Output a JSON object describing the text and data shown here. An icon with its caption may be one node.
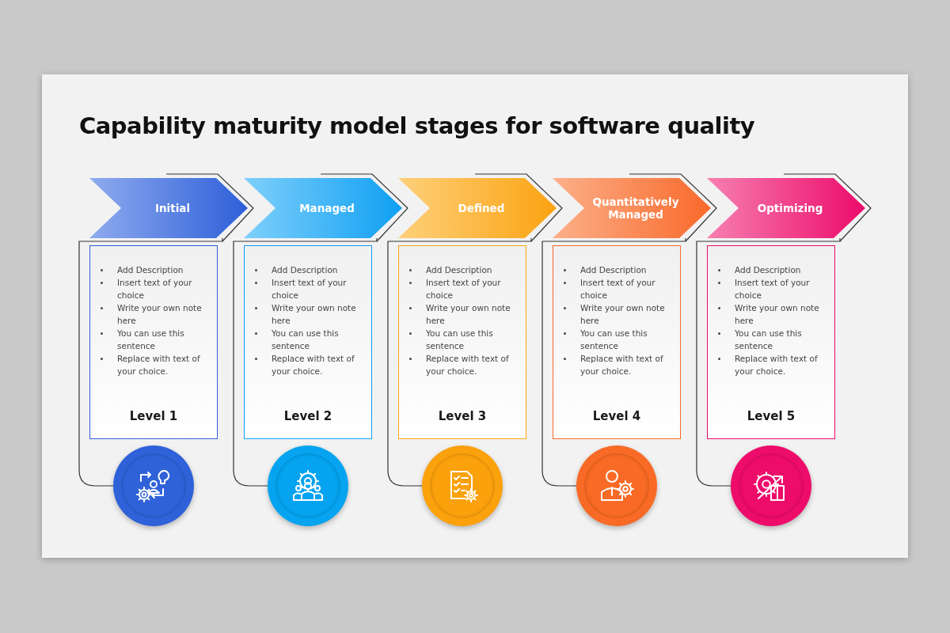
{
  "diagram": {
    "title": "Capability maturity model stages for software quality",
    "nodes": [
      {
        "text": [
          "Initial"
        ]
      },
      {
        "text": [
          "Add Description",
          "Insert text of your choice",
          "Write your own note here",
          "You can use this sentence",
          "Replace with text of your choice.",
          "Level 1"
        ]
      },
      {
        "text": [],
        "shape": "circle"
      },
      {
        "text": [
          "Managed"
        ]
      },
      {
        "text": [
          "Add Description",
          "Insert text of your choice",
          "Write your own note here",
          "You can use this sentence",
          "Replace with text of your choice.",
          "Level 2"
        ]
      },
      {
        "text": [],
        "shape": "circle"
      },
      {
        "text": [
          "Defined"
        ]
      },
      {
        "text": [
          "Add Description",
          "Insert text of your choice",
          "Write your own note here",
          "You can use this sentence",
          "Replace with text of your choice.",
          "Level 3"
        ]
      },
      {
        "text": [],
        "shape": "circle"
      },
      {
        "text": [
          "Quantitatively Managed"
        ]
      },
      {
        "text": [
          "Add Description",
          "Insert text of your choice",
          "Write your own note here",
          "You can use this sentence",
          "Replace with text of your choice.",
          "Level 4"
        ]
      },
      {
        "text": [],
        "shape": "circle"
      },
      {
        "text": [
          "Optimizing"
        ]
      },
      {
        "text": [
          "Add Description",
          "Insert text of your choice",
          "Write your own note here",
          "You can use this sentence",
          "Replace with text of your choice.",
          "Level 5"
        ]
      },
      {
        "text": [],
        "shape": "circle"
      }
    ],
    "edges": [
      {
        "from": 0,
        "to": 2,
        "arrow": "none"
      },
      {
        "from": 3,
        "to": 5,
        "arrow": "none"
      },
      {
        "from": 6,
        "to": 8,
        "arrow": "none"
      },
      {
        "from": 9,
        "to": 11,
        "arrow": "none"
      },
      {
        "from": 12,
        "to": 14,
        "arrow": "none"
      }
    ]
  }
}
